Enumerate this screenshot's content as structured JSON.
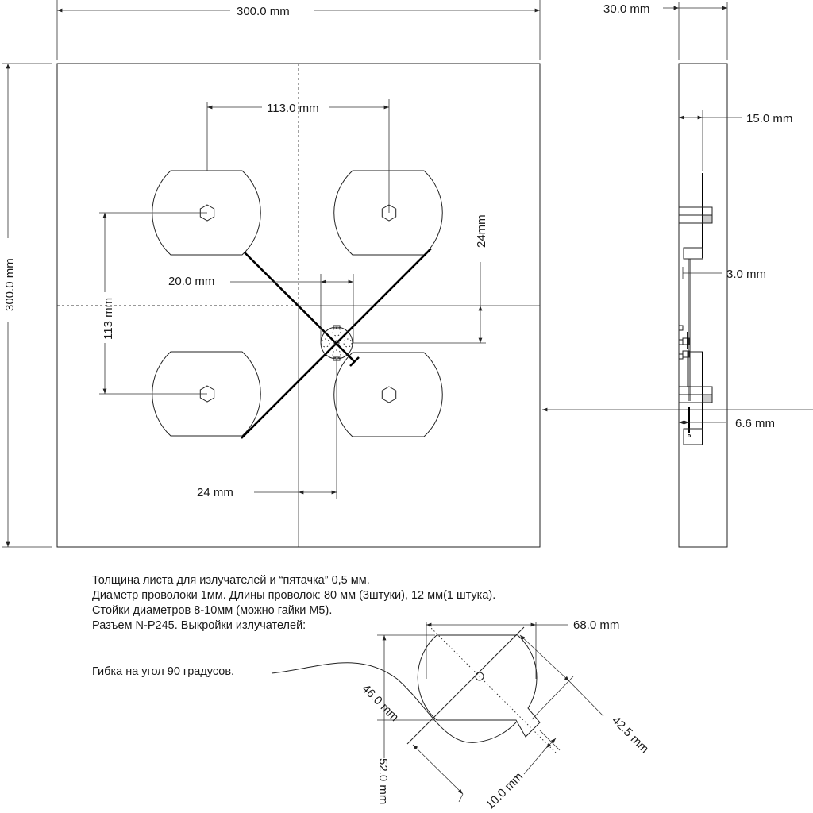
{
  "front_view": {
    "width_label": "300.0 mm",
    "height_label": "300.0 mm",
    "patch_spacing_h": "113.0 mm",
    "patch_spacing_v": "113 mm",
    "hub_width": "20.0 mm",
    "offset_v": "24mm",
    "offset_h": "24 mm"
  },
  "side_view": {
    "depth_label": "30.0 mm",
    "patch_height": "15.0 mm",
    "gap_label": "3.0 mm",
    "connector_label": "6.6 mm"
  },
  "notes": [
    "Толщина листа для излучателей и “пятачка” 0,5 мм.",
    "Диаметр проволоки 1мм. Длины проволок: 80 мм (3штуки), 12 мм(1 штука).",
    "Стойки диаметров 8-10мм (можно гайки М5).",
    "Разъем N-P245. Выкройки излучателей:"
  ],
  "bend_note": "Гибка на  угол 90 градусов.",
  "pattern": {
    "width": "68.0 mm",
    "height_inner": "46.0 mm",
    "height_total": "52.0 mm",
    "diag": "42.5 mm",
    "tab": "10.0 mm"
  }
}
